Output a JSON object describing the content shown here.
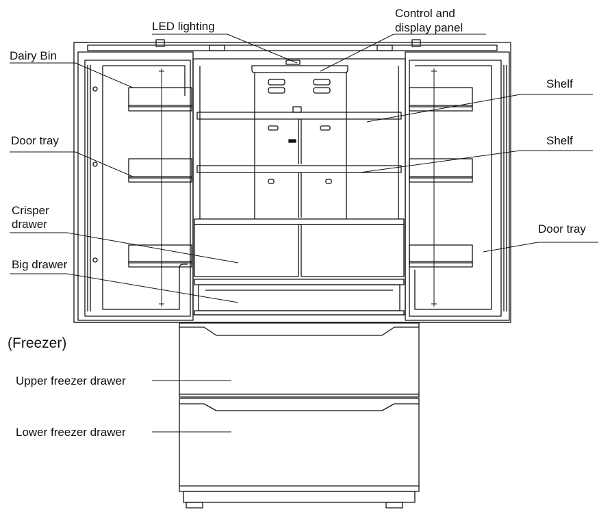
{
  "labels": {
    "led_lighting": "LED lighting",
    "control_panel_line1": "Control and",
    "control_panel_line2": "display panel",
    "dairy_bin": "Dairy Bin",
    "shelf_upper": "Shelf",
    "shelf_lower": "Shelf",
    "door_tray_left": "Door tray",
    "door_tray_right": "Door tray",
    "crisper_line1": "Crisper",
    "crisper_line2": "drawer",
    "big_drawer": "Big drawer",
    "freezer_heading": "(Freezer)",
    "upper_freezer_drawer": "Upper freezer drawer",
    "lower_freezer_drawer": "Lower freezer drawer"
  },
  "colors": {
    "line": "#111111",
    "background": "#ffffff"
  }
}
